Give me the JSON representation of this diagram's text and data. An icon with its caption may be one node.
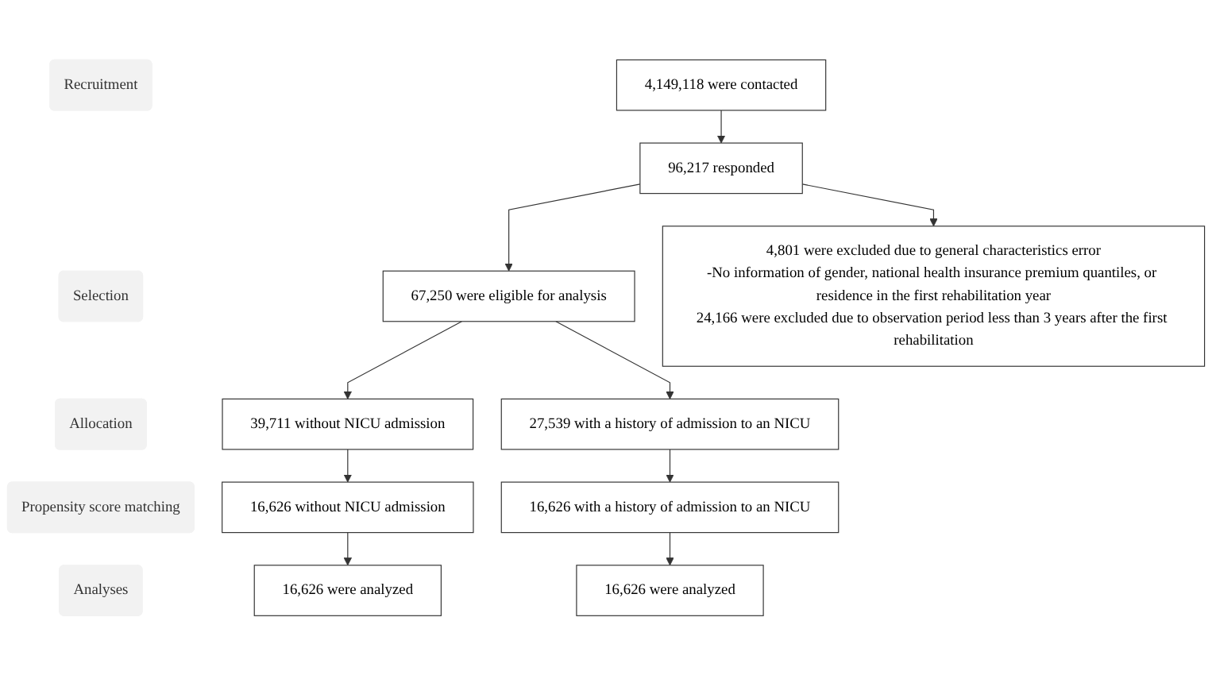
{
  "diagram": {
    "nodes": [
      {
        "text": [
          "Recruitment"
        ]
      },
      {
        "text": [
          "4,149,118 were contacted"
        ]
      },
      {
        "text": [
          "96,217 responded"
        ]
      },
      {
        "text": [
          "4,801 were excluded due to general characteristics error",
          "-No information of gender, national health insurance premium quantiles, or residence in the first rehabilitation year",
          "24,166 were excluded due to observation period less than 3 years after the first rehabilitation"
        ]
      },
      {
        "text": [
          "Selection"
        ]
      },
      {
        "text": [
          "67,250 were eligible for analysis"
        ]
      },
      {
        "text": [
          "Allocation"
        ]
      },
      {
        "text": [
          "39,711 without NICU admission"
        ]
      },
      {
        "text": [
          "27,539 with a history of admission to an NICU"
        ]
      },
      {
        "text": [
          "Propensity score matching"
        ]
      },
      {
        "text": [
          "16,626 without NICU admission"
        ]
      },
      {
        "text": [
          "16,626 with a history of admission to an NICU"
        ]
      },
      {
        "text": [
          "Analyses"
        ]
      },
      {
        "text": [
          "16,626 were analyzed"
        ]
      },
      {
        "text": [
          "16,626 were analyzed"
        ]
      }
    ],
    "edges": [
      {
        "from": 1,
        "to": 2,
        "arrow": "to"
      },
      {
        "from": 2,
        "to": 5,
        "arrow": "to"
      },
      {
        "from": 2,
        "to": 3,
        "arrow": "to"
      },
      {
        "from": 5,
        "to": 7,
        "arrow": "to"
      },
      {
        "from": 5,
        "to": 8,
        "arrow": "to"
      },
      {
        "from": 7,
        "to": 10,
        "arrow": "to"
      },
      {
        "from": 8,
        "to": 11,
        "arrow": "to"
      },
      {
        "from": 10,
        "to": 13,
        "arrow": "to"
      },
      {
        "from": 11,
        "to": 14,
        "arrow": "to"
      }
    ]
  }
}
